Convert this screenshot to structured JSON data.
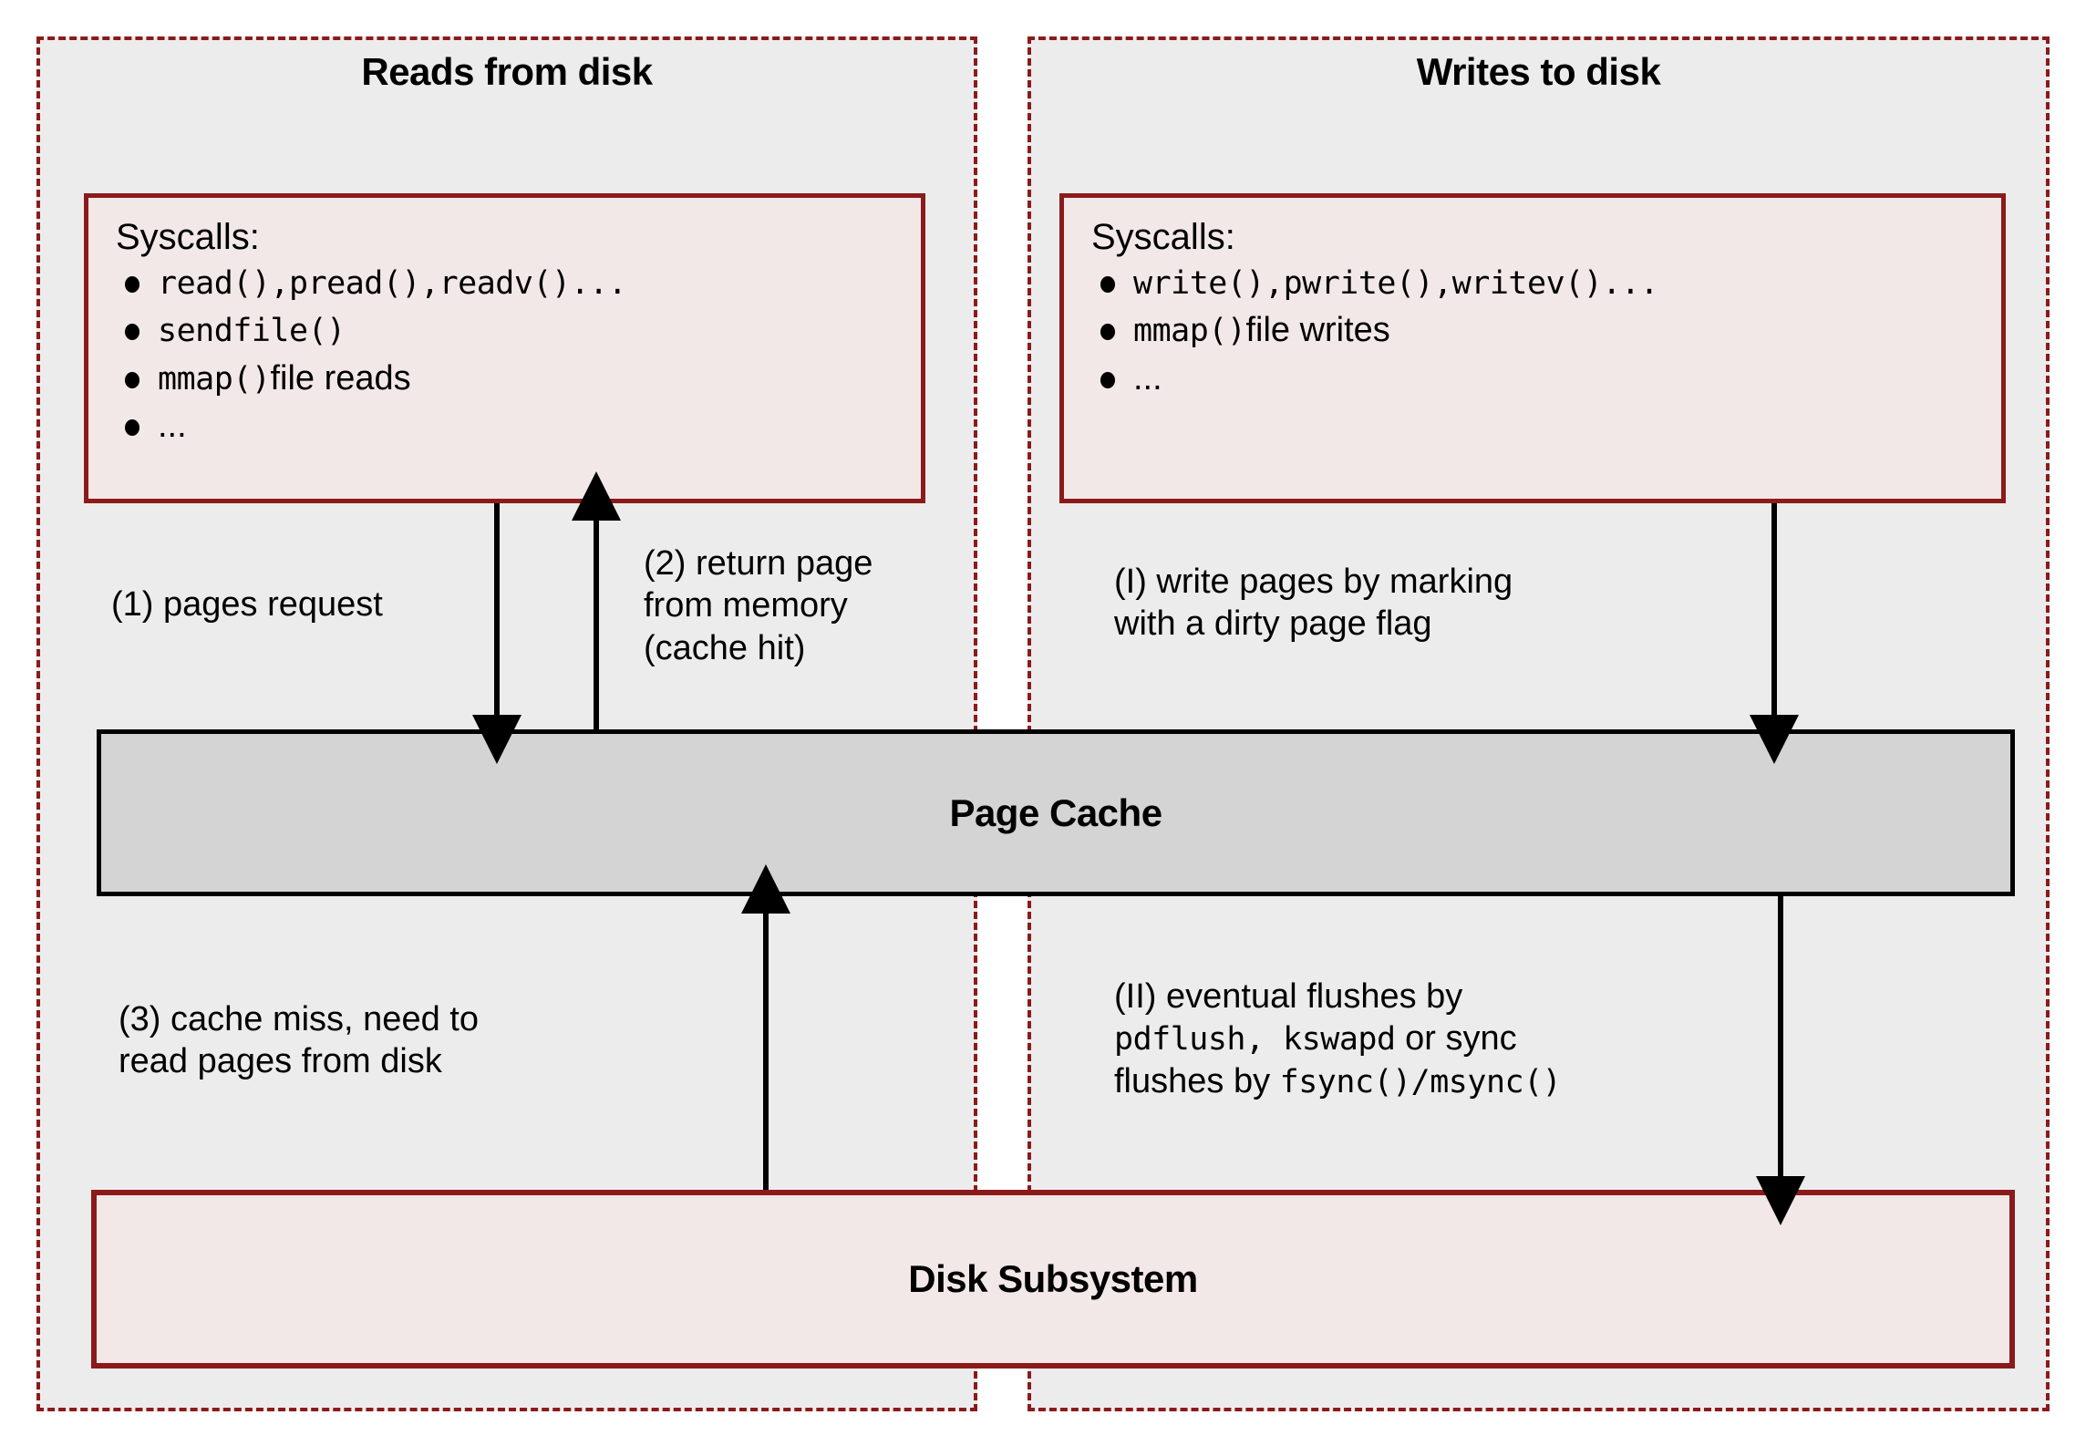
{
  "diagram": {
    "title_left": "Reads from disk",
    "title_right": "Writes to disk",
    "colors": {
      "panel_fill": "#ececec",
      "panel_border": "#8B1A1A",
      "box_fill": "#f3e8e8",
      "box_border": "#8B1A1A",
      "cache_fill": "#d4d4d4",
      "cache_border": "#000000"
    }
  },
  "syscalls_read": {
    "heading": "Syscalls:",
    "items": [
      {
        "mono": "read(),pread(),readv()...",
        "plain": ""
      },
      {
        "mono": "sendfile()",
        "plain": ""
      },
      {
        "mono": "mmap()",
        "plain": "file reads"
      },
      {
        "mono": "",
        "plain": "..."
      }
    ]
  },
  "syscalls_write": {
    "heading": "Syscalls:",
    "items": [
      {
        "mono": "write(),pwrite(),writev()...",
        "plain": ""
      },
      {
        "mono": "mmap()",
        "plain": "file writes"
      },
      {
        "mono": "",
        "plain": "..."
      }
    ]
  },
  "page_cache": {
    "label": "Page Cache"
  },
  "disk_subsystem": {
    "label": "Disk Subsystem"
  },
  "captions": {
    "read_request": "(1) pages request",
    "read_return_l1": "(2) return page",
    "read_return_l2": "from memory",
    "read_return_l3": "(cache hit)",
    "read_miss_l1": "(3) cache miss, need to",
    "read_miss_l2": "read pages from disk",
    "write_mark_l1": "(I) write pages by marking",
    "write_mark_l2": "with a dirty page flag",
    "write_flush_l1": "(II) eventual flushes by",
    "write_flush_mono1": "pdflush, kswapd",
    "write_flush_l2": " or sync",
    "write_flush_l3": "flushes by ",
    "write_flush_mono2": "fsync()/msync()"
  }
}
